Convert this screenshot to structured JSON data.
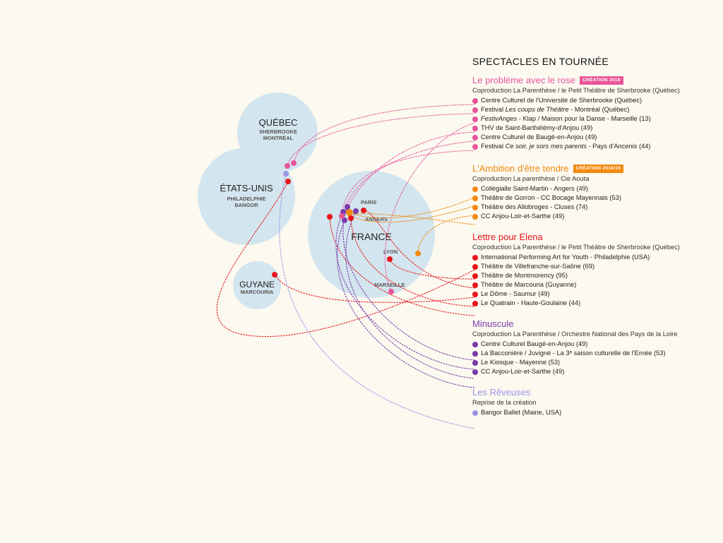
{
  "panel_title": "SPECTACLES EN TOURNÉE",
  "regions": [
    {
      "name": "QUÉBEC",
      "cities": [
        "SHERBROOKE",
        "MONTRÉAL"
      ]
    },
    {
      "name": "ÉTATS-UNIS",
      "cities": [
        "PHILADELPHIE",
        "BANGOR"
      ]
    },
    {
      "name": "FRANCE",
      "cities": [
        "PARIS",
        "ANGERS",
        "LYON",
        "MARSEILLE"
      ]
    },
    {
      "name": "GUYANE",
      "cities": [
        "MARCOURIA"
      ]
    }
  ],
  "shows": [
    {
      "title": "Le problème avec le rose",
      "color": "#e8559a",
      "badge": "CRÉATION 2018",
      "subtitle": "Coproduction La Parenthèse / le Petit Théâtre de Sherbrooke (Québec)",
      "venues": [
        {
          "pre": "Centre Culturel de l'Université de Sherbrooke (Québec)",
          "em": "",
          "post": ""
        },
        {
          "pre": "Festival ",
          "em": "Les coups de Théâtre",
          "post": " - Montréal (Québec)"
        },
        {
          "pre": "",
          "em": "FestivAnges",
          "post": " - Klap / Maison pour la Danse - Marseille (13)"
        },
        {
          "pre": "THV de Saint-Barthélémy-d'Anjou (49)",
          "em": "",
          "post": ""
        },
        {
          "pre": "Centre Culturel de Baugé-en-Anjou (49)",
          "em": "",
          "post": ""
        },
        {
          "pre": "Festival ",
          "em": "Ce soir, je sors mes parents",
          "post": " - Pays d'Ancenis (44)"
        }
      ]
    },
    {
      "title": "L'Ambition d'être tendre",
      "color": "#f2890f",
      "badge": "CRÉATION 2018/19",
      "subtitle": "Coproduction La parenthèse / Cie Aouta",
      "venues": [
        {
          "pre": "Collégialle Saint-Martin - Angers (49)",
          "em": "",
          "post": ""
        },
        {
          "pre": "Théâtre de Gorron - CC Bocage Mayennais (53)",
          "em": "",
          "post": ""
        },
        {
          "pre": "Théâtre des Allobroges - Cluses (74)",
          "em": "",
          "post": ""
        },
        {
          "pre": "CC Anjou-Loir-et-Sarthe (49)",
          "em": "",
          "post": ""
        }
      ]
    },
    {
      "title": "Lettre pour Elena",
      "color": "#e8151b",
      "badge": "",
      "subtitle": "Coproduction La Parenthèse / le Petit Théâtre de Sherbrooke (Québec)",
      "venues": [
        {
          "pre": "International Performing Art for Youth - Philadelphie (USA)",
          "em": "",
          "post": ""
        },
        {
          "pre": "Théâtre de Villefranche-sur-Saône (69)",
          "em": "",
          "post": ""
        },
        {
          "pre": "Théâtre de Montmorency (95)",
          "em": "",
          "post": ""
        },
        {
          "pre": "Théâtre de Marcouria (Guyanne)",
          "em": "",
          "post": ""
        },
        {
          "pre": "Le Dôme - Saumur (49)",
          "em": "",
          "post": ""
        },
        {
          "pre": "Le Quatrain - Haute-Goulaine (44)",
          "em": "",
          "post": ""
        }
      ]
    },
    {
      "title": "Minuscule",
      "color": "#7a3aaa",
      "badge": "",
      "subtitle": "Coproduction La Parenthèse / Orchestre National des Pays de la Loire",
      "venues": [
        {
          "pre": "Centre Culturel Baugé-en-Anjou (49)",
          "em": "",
          "post": ""
        },
        {
          "pre": "La Bacconière / Juvigné - La 3ᵉ saison culturelle de l'Ernée (53)",
          "em": "",
          "post": ""
        },
        {
          "pre": "Le Kiosque - Mayenne (53)",
          "em": "",
          "post": ""
        },
        {
          "pre": "CC Anjou-Loir-et-Sarthe (49)",
          "em": "",
          "post": ""
        }
      ]
    },
    {
      "title": "Les Rêveuses",
      "color": "#9b95e6",
      "badge": "",
      "subtitle": "Reprise de la création",
      "venues": [
        {
          "pre": "Bangor Ballet (Maine, USA)",
          "em": "",
          "post": ""
        }
      ]
    }
  ]
}
